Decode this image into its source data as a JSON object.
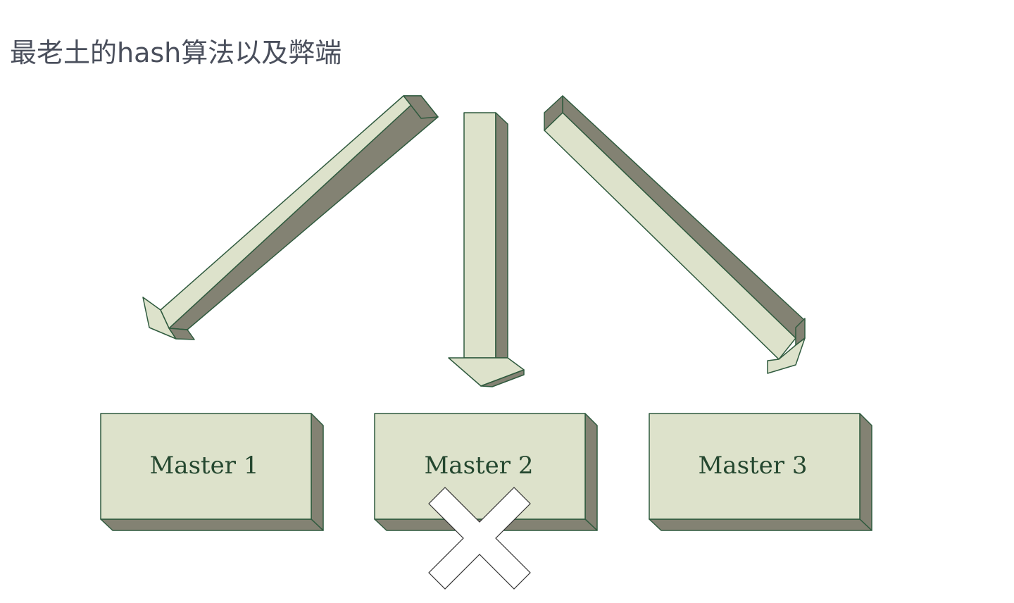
{
  "title": "最老土的hash算法以及弊端",
  "nodes": [
    {
      "id": "master-1",
      "label": "Master 1",
      "failed": false
    },
    {
      "id": "master-2",
      "label": "Master 2",
      "failed": true
    },
    {
      "id": "master-3",
      "label": "Master 3",
      "failed": false
    }
  ],
  "colors": {
    "box_face": "#dde2cb",
    "box_shadow": "#838273",
    "box_stroke": "#2f5a3e",
    "title_text": "#4a4f5c",
    "label_text": "#24472f",
    "fail_mark_fill": "#ffffff",
    "fail_mark_stroke": "#333333"
  },
  "icons": {
    "fail_mark": "x-mark-icon",
    "arrows": [
      "arrow-down-left-icon",
      "arrow-down-icon",
      "arrow-down-right-icon"
    ]
  }
}
